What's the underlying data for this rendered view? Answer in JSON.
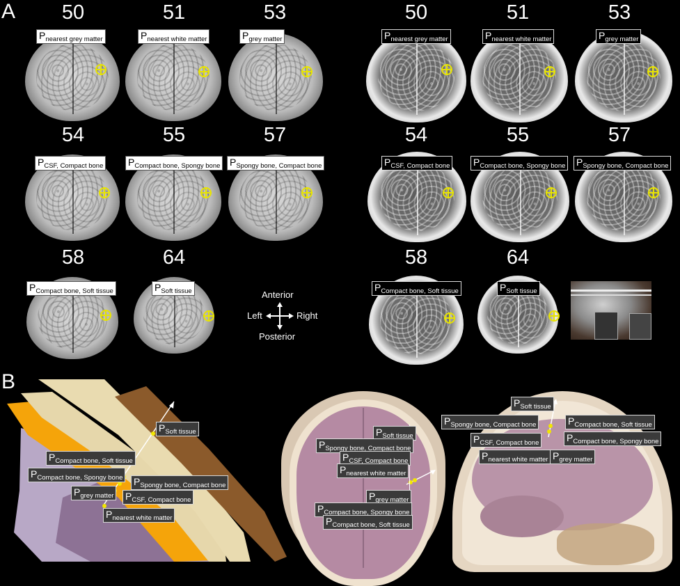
{
  "panel_a": {
    "letter": "A"
  },
  "panel_b": {
    "letter": "B"
  },
  "t1_slices": [
    {
      "num": "50",
      "label_main": "P",
      "label_sub": "nearest grey matter"
    },
    {
      "num": "51",
      "label_main": "P",
      "label_sub": "nearest white matter"
    },
    {
      "num": "53",
      "label_main": "P",
      "label_sub": "grey matter"
    },
    {
      "num": "54",
      "label_main": "P",
      "label_sub": "CSF, Compact bone"
    },
    {
      "num": "55",
      "label_main": "P",
      "label_sub": "Compact bone, Spongy bone"
    },
    {
      "num": "57",
      "label_main": "P",
      "label_sub": "Spongy bone, Compact bone"
    },
    {
      "num": "58",
      "label_main": "P",
      "label_sub": "Compact bone, Soft tissue"
    },
    {
      "num": "64",
      "label_main": "P",
      "label_sub": "Soft tissue"
    }
  ],
  "t2_slices": [
    {
      "num": "50",
      "label_main": "P",
      "label_sub": "nearest grey matter"
    },
    {
      "num": "51",
      "label_main": "P",
      "label_sub": "nearest white matter"
    },
    {
      "num": "53",
      "label_main": "P",
      "label_sub": "grey matter"
    },
    {
      "num": "54",
      "label_main": "P",
      "label_sub": "CSF, Compact bone"
    },
    {
      "num": "55",
      "label_main": "P",
      "label_sub": "Compact bone, Spongy bone"
    },
    {
      "num": "57",
      "label_main": "P",
      "label_sub": "Spongy bone, Compact bone"
    },
    {
      "num": "58",
      "label_main": "P",
      "label_sub": "Compact bone, Soft tissue"
    },
    {
      "num": "64",
      "label_main": "P",
      "label_sub": "Soft tissue"
    }
  ],
  "orientation": {
    "anterior": "Anterior",
    "posterior": "Posterior",
    "left": "Left",
    "right": "Right"
  },
  "b_left_labels": [
    {
      "main": "P",
      "sub": "Soft tissue"
    },
    {
      "main": "P",
      "sub": "Compact bone, Soft tissue"
    },
    {
      "main": "P",
      "sub": "Compact bone, Spongy bone"
    },
    {
      "main": "P",
      "sub": "Spongy bone, Compact bone"
    },
    {
      "main": "P",
      "sub": "grey matter"
    },
    {
      "main": "P",
      "sub": "CSF, Compact bone"
    },
    {
      "main": "P",
      "sub": "nearest white matter"
    }
  ],
  "b_mid_labels": [
    {
      "main": "P",
      "sub": "Soft tissue"
    },
    {
      "main": "P",
      "sub": "Spongy bone, Compact bone"
    },
    {
      "main": "P",
      "sub": "CSF, Compact bone"
    },
    {
      "main": "P",
      "sub": "nearest white matter"
    },
    {
      "main": "P",
      "sub": "grey matter"
    },
    {
      "main": "P",
      "sub": "Compact bone, Spongy bone"
    },
    {
      "main": "P",
      "sub": "Compact bone, Soft tissue"
    }
  ],
  "b_right_labels": [
    {
      "main": "P",
      "sub": "Soft tissue"
    },
    {
      "main": "P",
      "sub": "Spongy bone, Compact bone"
    },
    {
      "main": "P",
      "sub": "Compact bone, Soft tissue"
    },
    {
      "main": "P",
      "sub": "CSF, Compact bone"
    },
    {
      "main": "P",
      "sub": "Compact bone, Spongy bone"
    },
    {
      "main": "P",
      "sub": "nearest white matter"
    },
    {
      "main": "P",
      "sub": "grey matter"
    }
  ]
}
